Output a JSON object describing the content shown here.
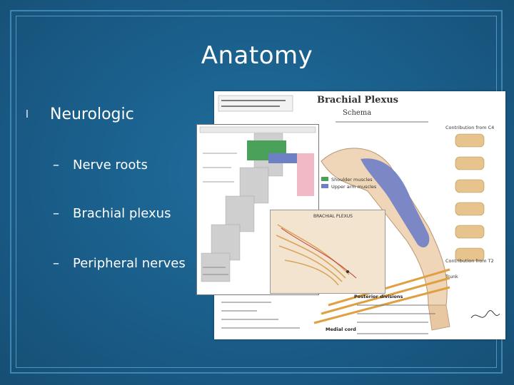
{
  "slide": {
    "title": "Anatomy",
    "bullet": {
      "marker": "l",
      "text": "Neurologic"
    },
    "sub_items": [
      {
        "dash": "–",
        "text": "Nerve roots"
      },
      {
        "dash": "–",
        "text": "Brachial plexus"
      },
      {
        "dash": "–",
        "text": "Peripheral nerves"
      }
    ]
  },
  "figure": {
    "title": "Brachial Plexus",
    "subtitle": "Schema",
    "legend": [
      "Shoulder muscles",
      "Upper arm muscles"
    ],
    "inset_header": "BRACHIAL PLEXUS",
    "labels": {
      "posterior_divisions": "Posterior divisions",
      "medial_cord": "Medial cord",
      "trunk": "Trunk",
      "contribution_c4": "Contribution from C4",
      "contribution_t2": "Contribution from T2"
    }
  },
  "colors": {
    "shoulder_muscles": "#4aa15a",
    "upper_arm_muscles": "#6f7fc6",
    "nerve": "#e0a040"
  }
}
